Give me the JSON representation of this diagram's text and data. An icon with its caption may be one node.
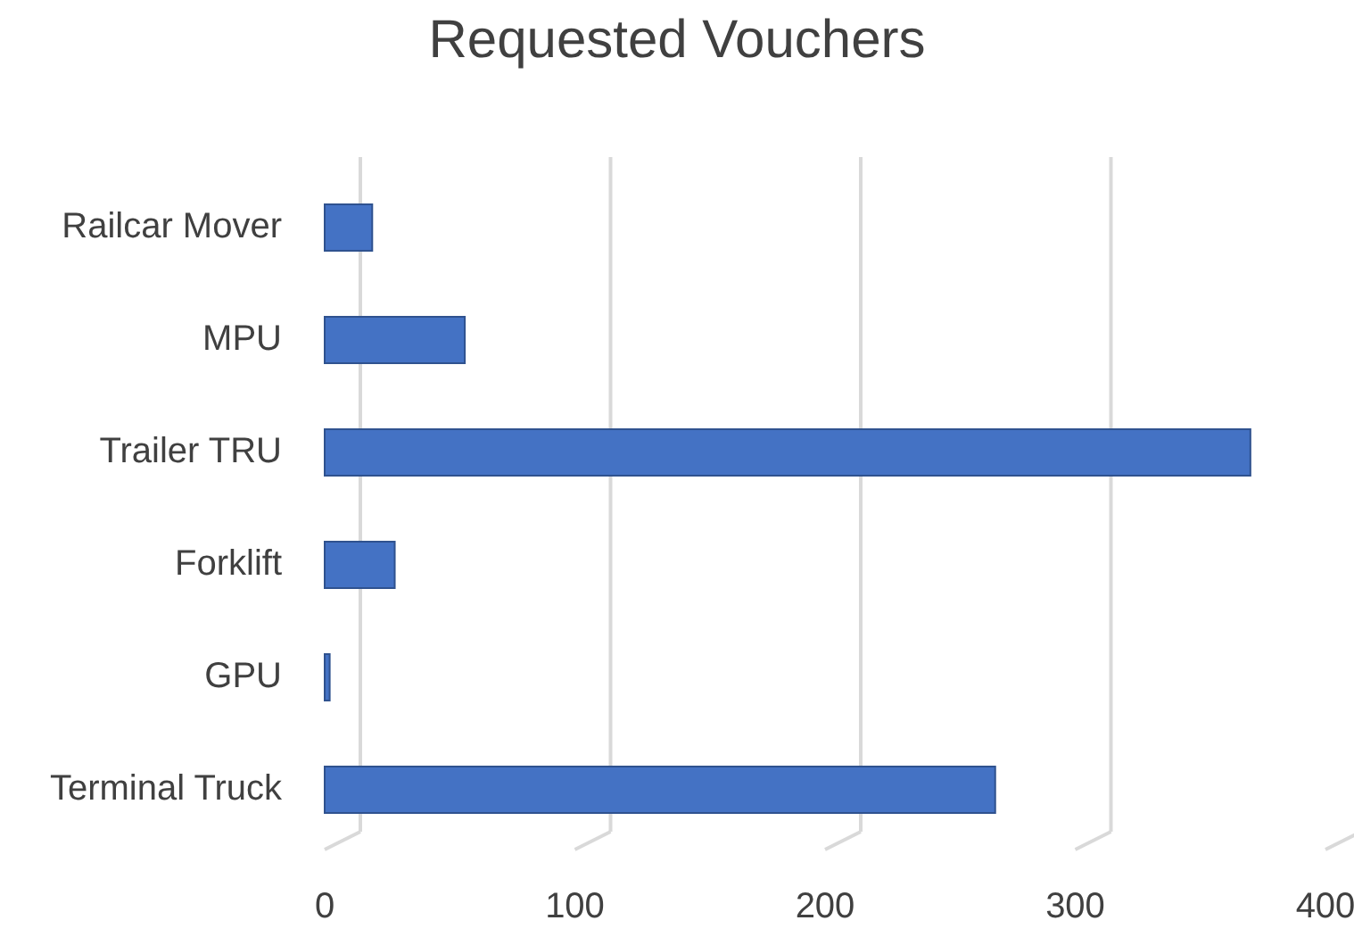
{
  "diagram": {
    "chart_data": {
      "type": "bar",
      "title": "Requested Vouchers",
      "orientation": "horizontal",
      "categories": [
        "Railcar Mover",
        "MPU",
        "Trailer TRU",
        "Forklift",
        "GPU",
        "Terminal Truck"
      ],
      "series": [
        {
          "color": "#4472c4",
          "values": [
            19,
            56,
            370,
            28,
            2,
            268
          ]
        }
      ],
      "xlim": [
        0,
        400
      ],
      "xticks": [
        0,
        100,
        200,
        300,
        400
      ]
    }
  }
}
